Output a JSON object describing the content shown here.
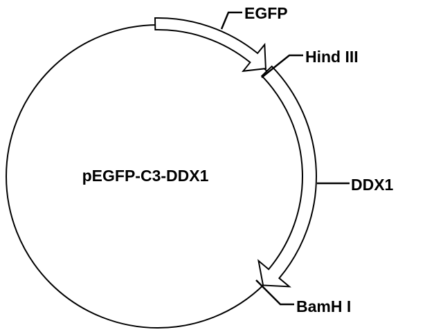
{
  "plasmid_name": "pEGFP-C3-DDX1",
  "features": [
    {
      "label": "EGFP",
      "type": "gene-arrow"
    },
    {
      "label": "DDX1",
      "type": "gene-arrow"
    }
  ],
  "sites": [
    {
      "label": "Hind III"
    },
    {
      "label": "BamH I"
    }
  ],
  "colors": {
    "line": "#000000",
    "background": "#ffffff"
  }
}
